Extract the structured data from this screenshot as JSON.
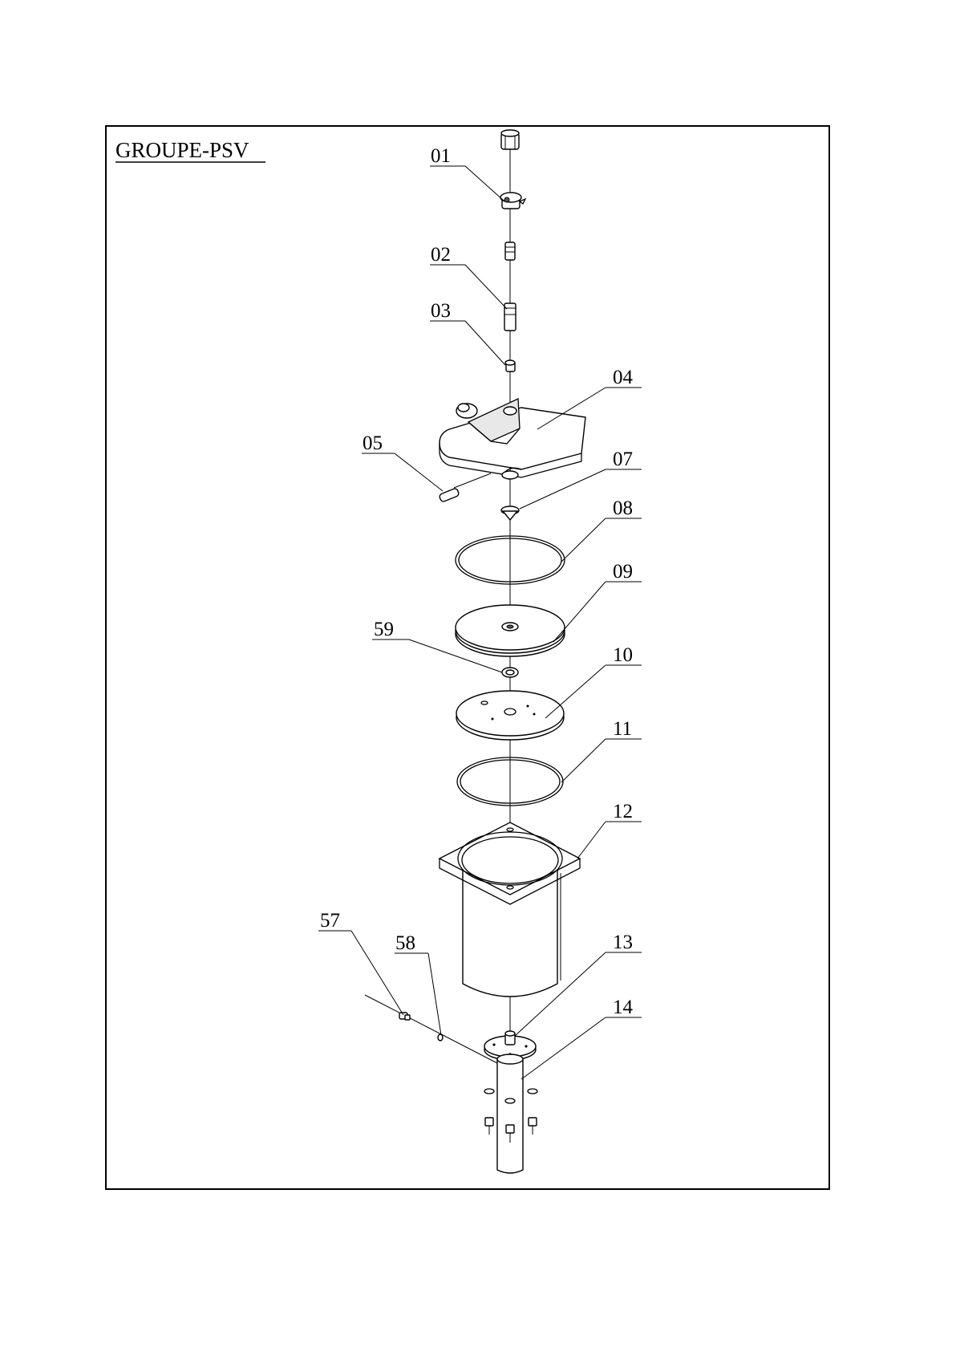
{
  "title": "GROUPE-PSV",
  "callouts": {
    "c01": "01",
    "c02": "02",
    "c03": "03",
    "c04": "04",
    "c05": "05",
    "c07": "07",
    "c08": "08",
    "c09": "09",
    "c59": "59",
    "c10": "10",
    "c11": "11",
    "c12": "12",
    "c57": "57",
    "c58": "58",
    "c13": "13",
    "c14": "14"
  }
}
